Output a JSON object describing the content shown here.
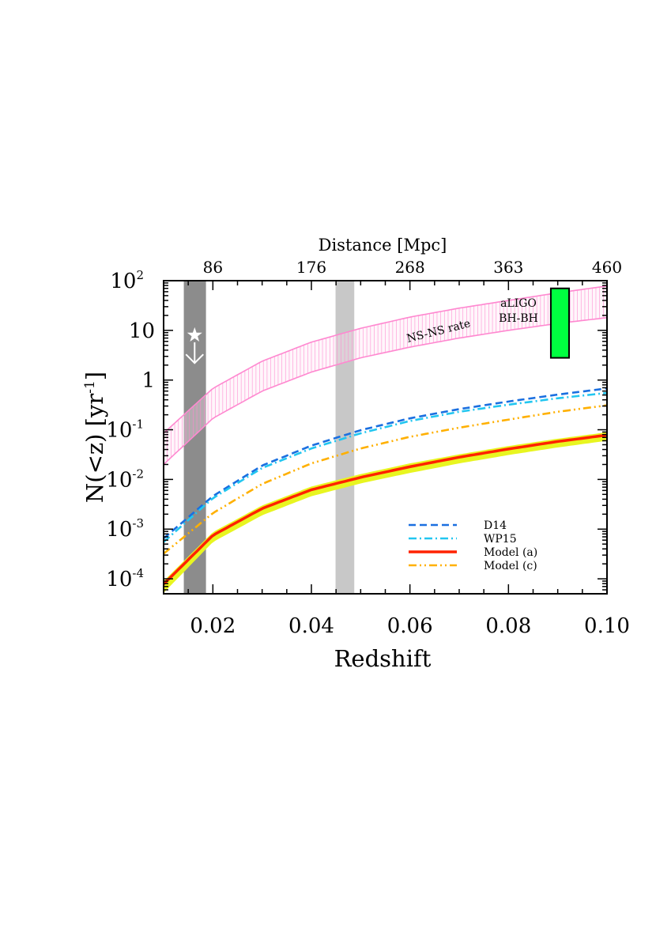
{
  "chart_data": {
    "type": "line",
    "xlabel": "Redshift",
    "ylabel": "N(<z) [yr",
    "ylabel_sup": "-1",
    "ylabel_close": "]",
    "top_axis_label": "Distance [Mpc]",
    "xlim": [
      0.01,
      0.1
    ],
    "ylim": [
      5e-05,
      100
    ],
    "yscale": "log",
    "x_ticks": [
      {
        "value": 0.02,
        "label": "0.02"
      },
      {
        "value": 0.04,
        "label": "0.04"
      },
      {
        "value": 0.06,
        "label": "0.06"
      },
      {
        "value": 0.08,
        "label": "0.08"
      },
      {
        "value": 0.1,
        "label": "0.10"
      }
    ],
    "top_ticks": [
      {
        "z": 0.02,
        "label": "86"
      },
      {
        "z": 0.04,
        "label": "176"
      },
      {
        "z": 0.06,
        "label": "268"
      },
      {
        "z": 0.08,
        "label": "363"
      },
      {
        "z": 0.1,
        "label": "460"
      }
    ],
    "y_ticks": [
      {
        "value": 0.0001,
        "base": "10",
        "sup": "-4"
      },
      {
        "value": 0.001,
        "base": "10",
        "sup": "-3"
      },
      {
        "value": 0.01,
        "base": "10",
        "sup": "-2"
      },
      {
        "value": 0.1,
        "base": "10",
        "sup": "-1"
      },
      {
        "value": 1,
        "base": "1",
        "sup": ""
      },
      {
        "value": 10,
        "base": "10",
        "sup": ""
      },
      {
        "value": 100,
        "base": "10",
        "sup": "2"
      }
    ],
    "series": [
      {
        "name": "D14",
        "style": "dashed",
        "color": "#1a6fe0",
        "x": [
          0.01,
          0.02,
          0.03,
          0.04,
          0.05,
          0.06,
          0.07,
          0.08,
          0.09,
          0.1
        ],
        "y": [
          0.00065,
          0.0046,
          0.019,
          0.048,
          0.098,
          0.17,
          0.26,
          0.37,
          0.51,
          0.68
        ]
      },
      {
        "name": "WP15",
        "style": "dashdot",
        "color": "#22c6f0",
        "x": [
          0.01,
          0.02,
          0.03,
          0.04,
          0.05,
          0.06,
          0.07,
          0.08,
          0.09,
          0.1
        ],
        "y": [
          0.00055,
          0.0042,
          0.017,
          0.042,
          0.085,
          0.15,
          0.23,
          0.32,
          0.43,
          0.55
        ]
      },
      {
        "name": "Model (a)",
        "style": "solid",
        "color": "#ff2200",
        "x": [
          0.01,
          0.02,
          0.03,
          0.04,
          0.05,
          0.06,
          0.07,
          0.08,
          0.09,
          0.1
        ],
        "y": [
          7.8e-05,
          0.00075,
          0.0026,
          0.0062,
          0.011,
          0.018,
          0.028,
          0.041,
          0.058,
          0.078
        ]
      },
      {
        "name": "Model (c)",
        "style": "dashdotdot",
        "color": "#ffb000",
        "x": [
          0.01,
          0.02,
          0.03,
          0.04,
          0.05,
          0.06,
          0.07,
          0.08,
          0.09,
          0.1
        ],
        "y": [
          0.00032,
          0.0021,
          0.0081,
          0.021,
          0.042,
          0.072,
          0.11,
          0.16,
          0.23,
          0.31
        ]
      }
    ],
    "bands": [
      {
        "name": "NS-NS rate",
        "color": "#ff88d0",
        "x": [
          0.01,
          0.02,
          0.03,
          0.04,
          0.05,
          0.06,
          0.07,
          0.08,
          0.09,
          0.1
        ],
        "lower": [
          0.02,
          0.17,
          0.6,
          1.45,
          2.8,
          4.6,
          7.0,
          10.0,
          13.8,
          18.0
        ],
        "upper": [
          0.085,
          0.68,
          2.4,
          5.8,
          11.0,
          18.5,
          28.0,
          40.0,
          57.0,
          78.0
        ]
      },
      {
        "name": "Model (a) range",
        "color": "#e8f520",
        "x": [
          0.01,
          0.02,
          0.03,
          0.04,
          0.05,
          0.06,
          0.07,
          0.08,
          0.09,
          0.1
        ],
        "lower": [
          5.2e-05,
          0.00055,
          0.0019,
          0.0046,
          0.0083,
          0.0135,
          0.021,
          0.031,
          0.044,
          0.06
        ],
        "upper": [
          9e-05,
          0.00087,
          0.003,
          0.0072,
          0.0128,
          0.021,
          0.032,
          0.047,
          0.066,
          0.089
        ]
      }
    ],
    "vertical_regions": [
      {
        "x0": 0.0141,
        "x1": 0.0186,
        "color": "#8c8c8c"
      },
      {
        "x0": 0.0449,
        "x1": 0.0487,
        "color": "#c8c8c8"
      }
    ],
    "aligo_box": {
      "x0": 0.0886,
      "x1": 0.0923,
      "y0": 2.8,
      "y1": 70,
      "color": "#00ff40"
    },
    "annotations": {
      "nsns": "NS-NS rate",
      "aligo_line1": "aLIGO",
      "aligo_line2": "BH-BH"
    },
    "upper_limit_marker": {
      "z": 0.0163,
      "y_star": 8,
      "y_arrow_end": 2.2,
      "color": "#ffffff"
    },
    "legend_position": "lower-right",
    "grid": false
  }
}
